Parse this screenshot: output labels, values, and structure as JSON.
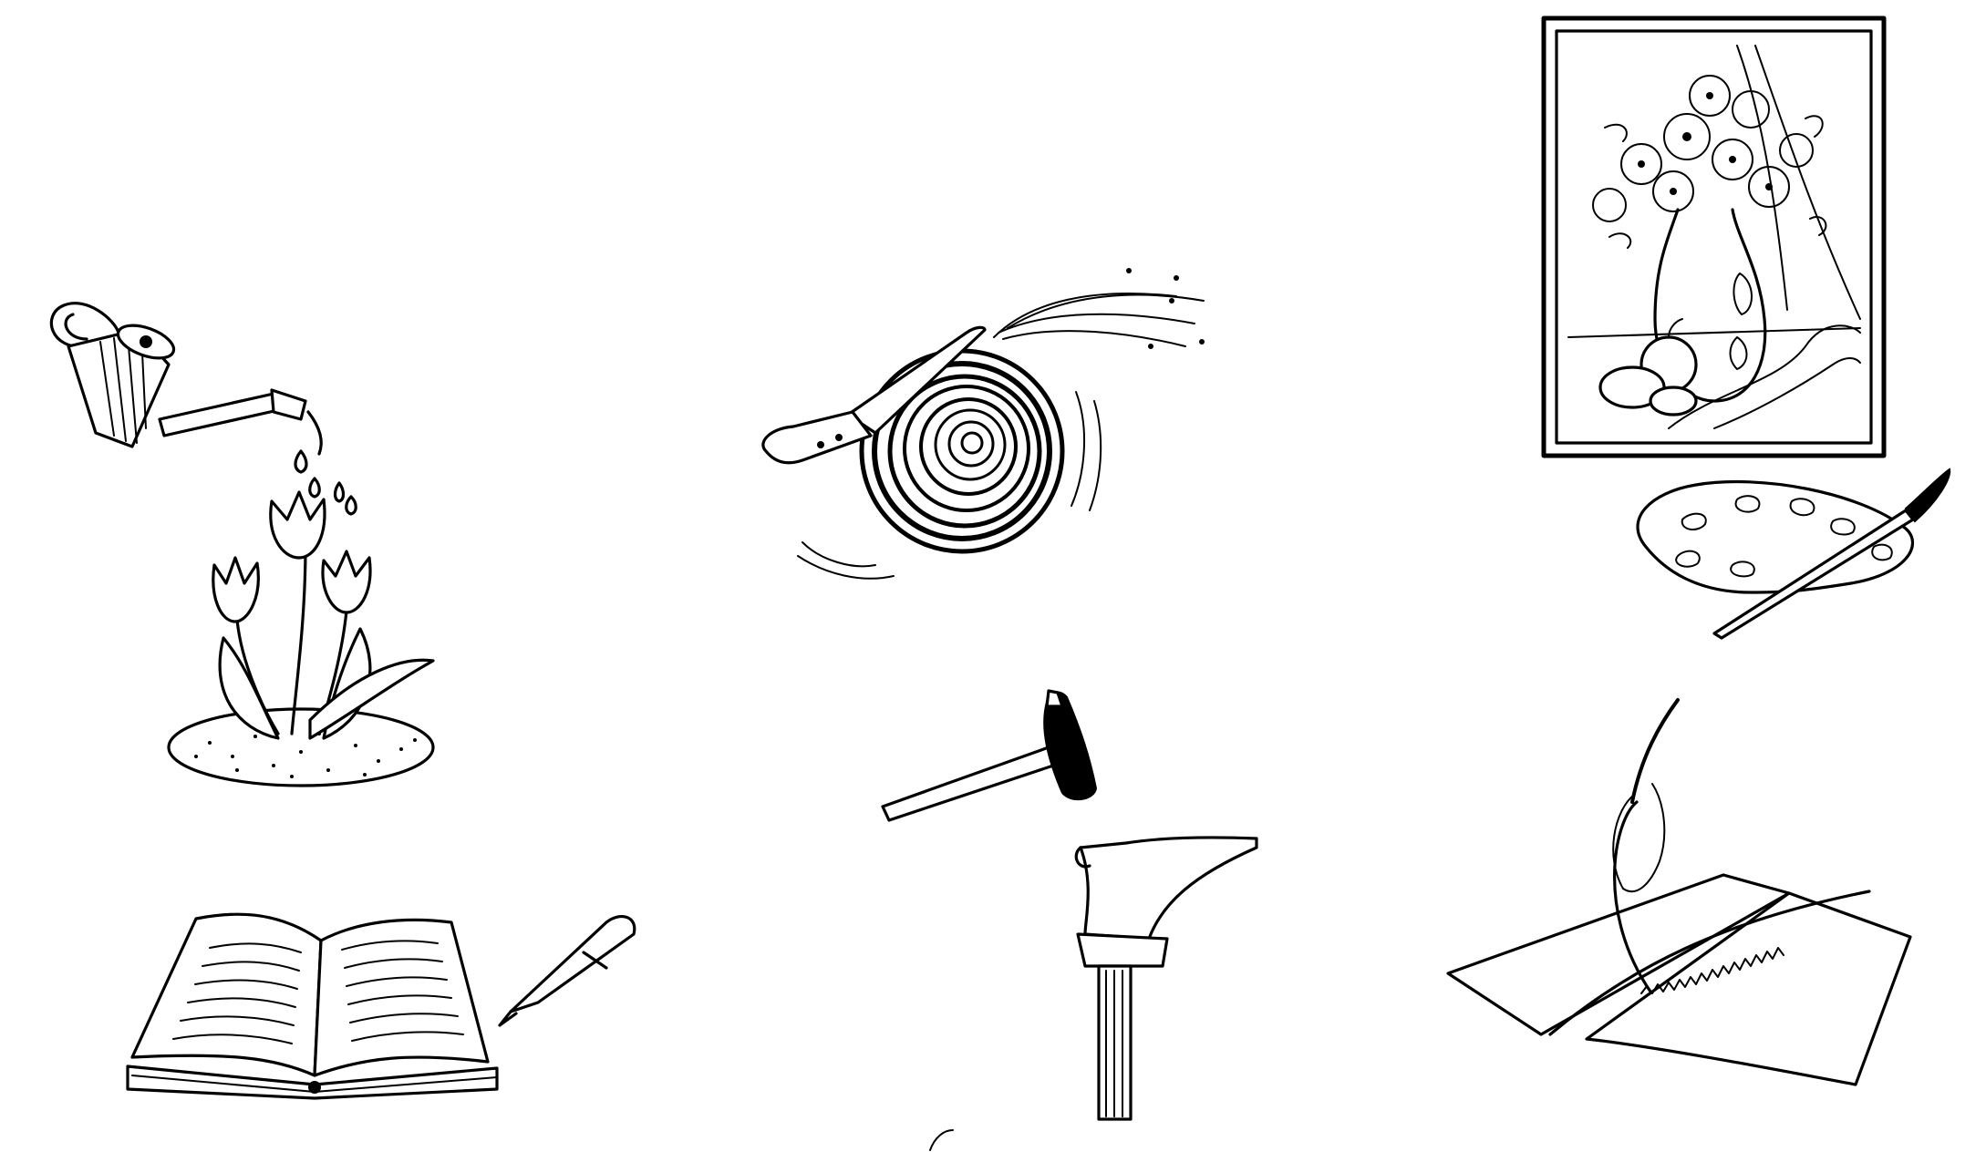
{
  "page": {
    "background": "#ffffff",
    "ink_color": "#000000"
  },
  "illustrations": [
    {
      "name": "watering-can-with-tulips",
      "icons": [
        "watering-can-icon",
        "tulip-icon",
        "soil-patch-icon"
      ]
    },
    {
      "name": "knife-and-thread-ball",
      "icons": [
        "knife-icon",
        "thread-ball-icon"
      ]
    },
    {
      "name": "framed-still-life-painting",
      "icons": [
        "picture-frame-icon",
        "flower-vase-icon",
        "paint-palette-icon",
        "paintbrush-icon"
      ]
    },
    {
      "name": "open-book-with-pen",
      "icons": [
        "open-book-icon",
        "pen-icon"
      ]
    },
    {
      "name": "hammer-and-anvil",
      "icons": [
        "hammer-icon",
        "anvil-icon"
      ]
    },
    {
      "name": "sewing-fabric-with-needle",
      "icons": [
        "needle-icon",
        "fabric-icon"
      ]
    }
  ]
}
